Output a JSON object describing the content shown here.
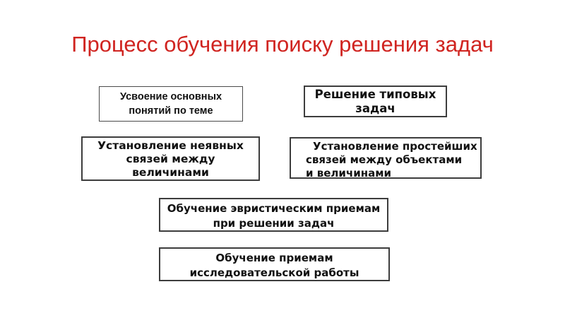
{
  "slide": {
    "title": "Процесс обучения поиску решения задач",
    "title_color": "#d02420",
    "background_color": "#ffffff",
    "text_color": "#111111",
    "box_border_color": "#3d3d3d",
    "box_border_color_thin": "#4a4a4a"
  },
  "boxes": [
    {
      "id": "usvoenie-ponyatiy",
      "lines": [
        "Усвоение основных",
        "понятий по теме"
      ]
    },
    {
      "id": "reshenie-tipovyh-zadach",
      "lines": [
        "Решение типовых",
        "задач"
      ]
    },
    {
      "id": "neyavnye-svyazi",
      "lines": [
        "Установление неявных",
        "связей между",
        "величинами"
      ]
    },
    {
      "id": "prosteyshie-svyazi",
      "lines": [
        "Установление простейших",
        "связей между объектами",
        "и величинами"
      ]
    },
    {
      "id": "evristicheskie-priemy",
      "lines": [
        "Обучение эвристическим приемам",
        "при решении задач"
      ]
    },
    {
      "id": "issledovatelskaya-rabota",
      "lines": [
        "Обучение приемам",
        "исследовательской работы"
      ]
    }
  ]
}
